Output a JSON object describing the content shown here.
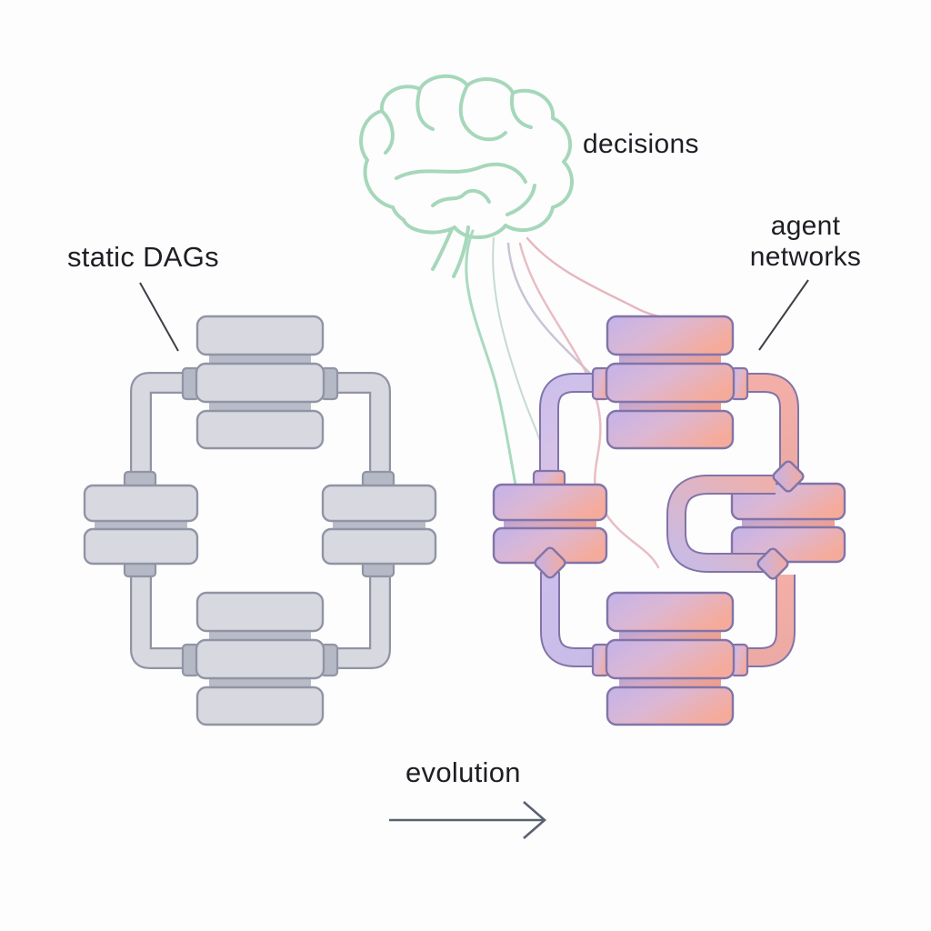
{
  "labels": {
    "decisions": "decisions",
    "static_dags": "static DAGs",
    "agent_networks": "agent networks",
    "evolution": "evolution"
  },
  "diagram": {
    "kind": "concept-illustration",
    "left_figure": {
      "label": "static DAGs",
      "node_count": 4,
      "style": "gray rigid pipeline ring"
    },
    "right_figure": {
      "label": "agent networks",
      "node_count": 4,
      "diamond_junctions": 3,
      "style": "purple-salmon gradient curved network"
    },
    "brain": {
      "label": "decisions",
      "tendril_count": 5
    },
    "transition": {
      "label": "evolution",
      "direction": "right"
    }
  },
  "colors": {
    "bg": "#fdfdfd",
    "text": "#1d1f24",
    "pointer": "#3c3f47",
    "arrow": "#5a6170",
    "brainGreen": "#a6d7bb",
    "tendrilGreen": "#a9dabf",
    "tendrilSage": "#c6dbce",
    "tendrilGray": "#c9c4d6",
    "tendrilPink": "#e7b7bf",
    "grayFill": "#d8d9e0",
    "grayBorder": "#9094a4",
    "grayBand": "#b9bcc8",
    "grayPort": "#b5b8c5",
    "agentLavender": "#c3b3ea",
    "agentMauve": "#dcb7d3",
    "agentSalmon": "#f5ab9c",
    "agentBorder": "#8174a8",
    "bandLavender": "#b2a4dc",
    "bandMauve": "#d3a8c4",
    "bandSalmon": "#ee9f90",
    "pipeLavender": "#ccbfec",
    "pipeLavender2": "#d9c3e4",
    "pipePink": "#f3afa7",
    "pipePink2": "#edaaa4",
    "mixPink": "#efb0ab",
    "mixLavender": "#c8bbe6"
  }
}
